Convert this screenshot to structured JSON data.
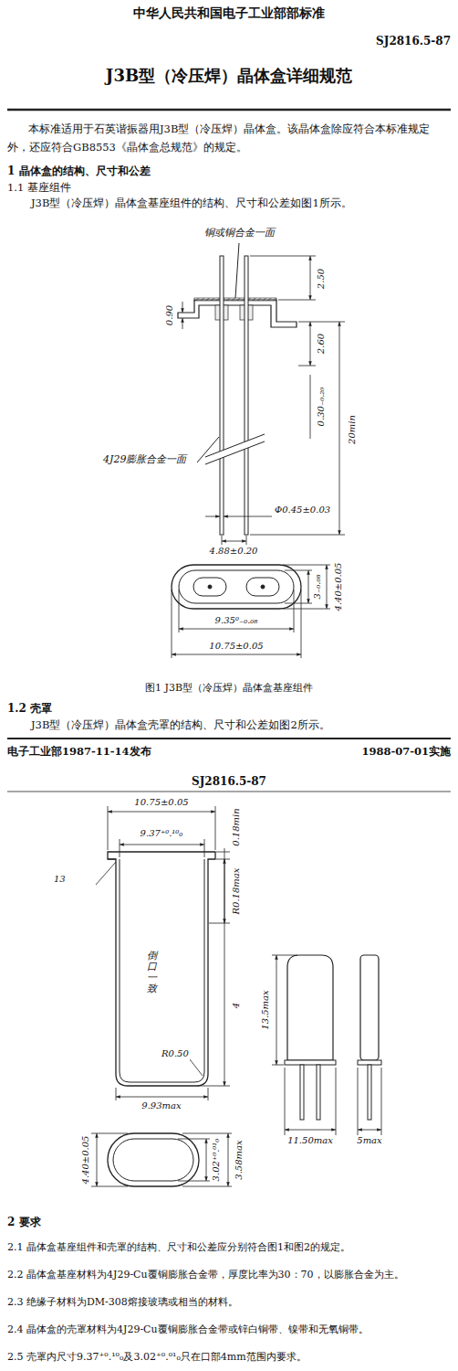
{
  "diagram": {
    "title": "J3B型（冷压焊）晶体盒详细规范",
    "caption": "图1 J3B型（冷压焊）晶体盒基座组件",
    "labels": [
      "中华人民共和国电子工业部部标准",
      "SJ2816.5-87",
      "本标准适用于石英谐振器用J3B型（冷压焊）晶体盒。该晶体盒除应符合本标准规定外，还应符合GB8553《晶体盒总规范》的规定。",
      "1 晶体盒的结构、尺寸和公差",
      "1.1 基座组件",
      "J3B型（冷压焊）晶体盒基座组件的结构、尺寸和公差如图1所示。",
      "铜或铜合金一面",
      "2.50",
      "0.90",
      "2.60",
      "0.30₋₀.₂₀",
      "20min",
      "4J29膨胀合金一面",
      "Φ0.45±0.03",
      "4.88±0.20",
      "3₋₀.₀₈",
      "4.40±0.05",
      "9.35⁰₋₀.₀₈",
      "10.75±0.05",
      "1.2 壳罩",
      "J3B型（冷压焊）晶体盒壳罩的结构、尺寸和公差如图2所示。",
      "电子工业部1987-11-14发布",
      "1988-07-01实施",
      "SJ2816.5-87",
      "10.75±0.05",
      "9.37⁺⁰.¹⁰₀",
      "0.18min",
      "R0.18max",
      "4",
      "13",
      "倒口一致",
      "R0.50",
      "9.93max",
      "4.40±0.05",
      "3.02⁺⁰.⁰¹₀",
      "3.58max",
      "13.5max",
      "11.50max",
      "5max",
      "2 要求",
      "2.1 晶体盒基座组件和壳罩的结构、尺寸和公差应分别符合图1和图2的规定。",
      "2.2 晶体盒基座材料为4J29-Cu覆铜膨胀合金带，厚度比率为30：70，以膨胀合金为主。",
      "2.3 绝缘子材料为DM-308熔接玻璃或相当的材料。",
      "2.4 晶体盒的壳罩材料为4J29-Cu覆铜膨胀合金带或锌白铜带、镍带和无氧铜带。",
      "2.5 壳罩内尺寸9.37⁺⁰.¹⁰₀及3.02⁺⁰.⁰¹₀只在口部4mm范围内要求。"
    ]
  }
}
